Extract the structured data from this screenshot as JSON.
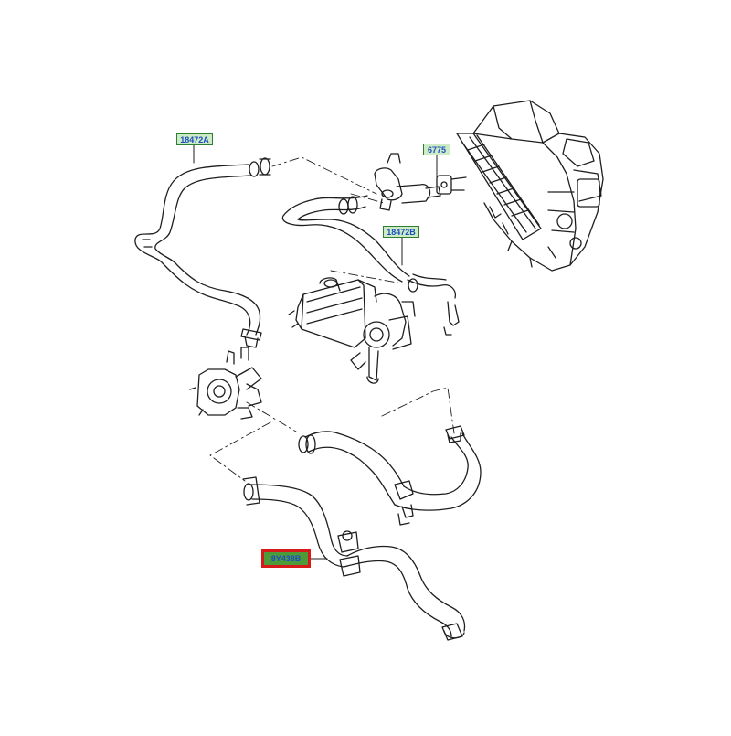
{
  "callouts": {
    "hose_a": "18472A",
    "valve": "6775",
    "hose_b": "18472B",
    "hose_lower": "8Y438B"
  },
  "colors": {
    "line": "#1e1e1e",
    "label_text": "#1a4fc4",
    "label_bg": "#cdebc4",
    "label_border": "#2f7d32",
    "highlight_border": "#d8191a"
  }
}
